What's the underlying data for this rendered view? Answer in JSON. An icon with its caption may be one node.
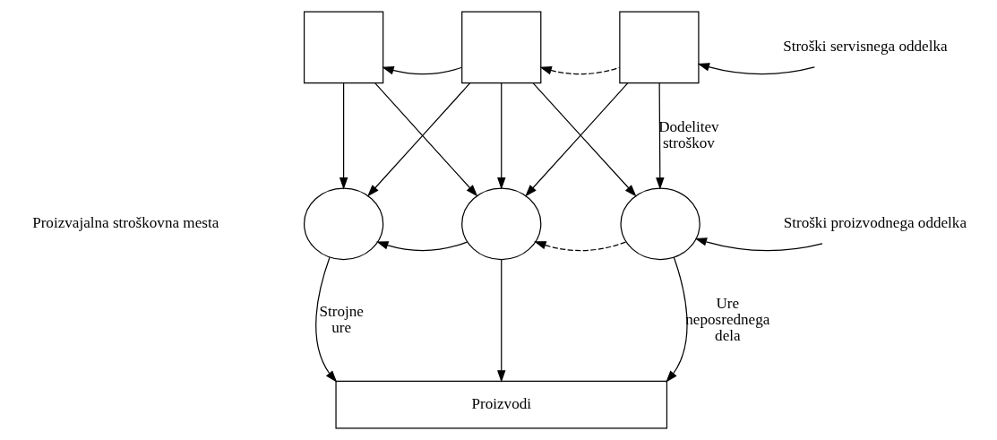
{
  "diagram": {
    "nodes": [
      {
        "text": [],
        "shape": "box"
      },
      {
        "text": [],
        "shape": "box"
      },
      {
        "text": [],
        "shape": "box"
      },
      {
        "text": [],
        "shape": "ellipse"
      },
      {
        "text": [],
        "shape": "ellipse"
      },
      {
        "text": [],
        "shape": "ellipse"
      },
      {
        "text": [
          "Proizvodi"
        ]
      },
      {
        "text": [
          "Stroški servisnega oddelka"
        ]
      },
      {
        "text": [
          "Stroški proizvodnega oddelka"
        ]
      }
    ],
    "edges": [
      {
        "from": 1,
        "to": 0,
        "arrow": "to"
      },
      {
        "from": 2,
        "to": 1,
        "arrow": "to",
        "style": "dashed"
      },
      {
        "from": 7,
        "to": 2,
        "arrow": "to"
      },
      {
        "from": 0,
        "to": 3,
        "arrow": "to"
      },
      {
        "from": 0,
        "to": 4,
        "arrow": "to"
      },
      {
        "from": 1,
        "to": 3,
        "arrow": "to"
      },
      {
        "from": 1,
        "to": 4,
        "arrow": "to"
      },
      {
        "from": 1,
        "to": 5,
        "arrow": "to"
      },
      {
        "from": 2,
        "to": 4,
        "arrow": "to"
      },
      {
        "from": 2,
        "to": 5,
        "arrow": "to",
        "label": "Dodelitev stroškov"
      },
      {
        "from": 4,
        "to": 3,
        "arrow": "to"
      },
      {
        "from": 5,
        "to": 4,
        "arrow": "to",
        "style": "dashed"
      },
      {
        "from": 8,
        "to": 5,
        "arrow": "to"
      },
      {
        "from": 3,
        "to": 6,
        "arrow": "to",
        "label": "Strojne ure"
      },
      {
        "from": 4,
        "to": 6,
        "arrow": "to"
      },
      {
        "from": 5,
        "to": 6,
        "arrow": "to",
        "label": "Ure neposrednega dela"
      }
    ],
    "labels": [
      "Proizvajalna stroškovna mesta"
    ]
  }
}
